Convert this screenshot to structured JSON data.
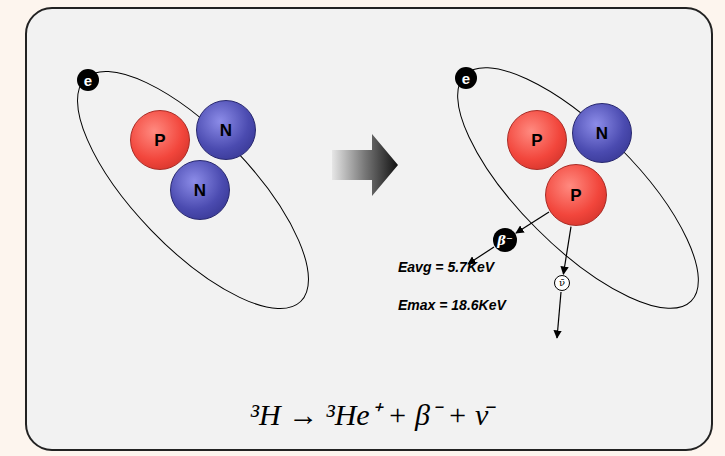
{
  "diagram": {
    "nodes": [
      {
        "text": [
          "e"
        ]
      },
      {
        "text": [
          "P"
        ]
      },
      {
        "text": [
          "N"
        ]
      },
      {
        "text": [
          "N"
        ]
      },
      {
        "text": [
          "e"
        ]
      },
      {
        "text": [
          "P"
        ]
      },
      {
        "text": [
          "N"
        ]
      },
      {
        "text": [
          "P"
        ]
      },
      {
        "text": [
          "β⁻"
        ]
      },
      {
        "text": [
          "ν̄"
        ]
      }
    ],
    "edges": [
      {
        "from": 7,
        "to": 8,
        "arrow": "to"
      },
      {
        "from": 7,
        "to": 9,
        "arrow": "to"
      }
    ],
    "labels": [
      "Eavg = 5.7KeV",
      "Emax = 18.6KeV",
      "³H → ³He⁺ + β⁻ + ν̄"
    ]
  }
}
